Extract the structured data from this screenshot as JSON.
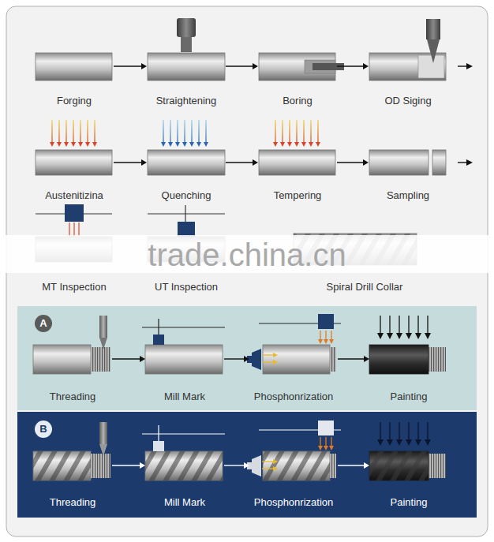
{
  "diagram": {
    "nodes": [
      {
        "text": [
          "Forging"
        ]
      },
      {
        "text": [
          "Straightening"
        ]
      },
      {
        "text": [
          "Boring"
        ]
      },
      {
        "text": [
          "OD Siging"
        ]
      },
      {
        "text": [
          "Austenitizina"
        ]
      },
      {
        "text": [
          "Quenching"
        ]
      },
      {
        "text": [
          "Tempering"
        ]
      },
      {
        "text": [
          "Sampling"
        ]
      },
      {
        "text": [
          "MT Inspection"
        ]
      },
      {
        "text": [
          "UT Inspection"
        ]
      },
      {
        "text": [
          "Spiral Drill Collar"
        ]
      },
      {
        "text": [
          "A"
        ]
      },
      {
        "text": [
          "Threading"
        ],
        "in": 11
      },
      {
        "text": [
          "Mill Mark"
        ],
        "in": 11
      },
      {
        "text": [
          "Phosphonrization"
        ],
        "in": 11
      },
      {
        "text": [
          "Painting"
        ],
        "in": 11
      },
      {
        "text": [
          "B"
        ]
      },
      {
        "text": [
          "Threading"
        ],
        "in": 16
      },
      {
        "text": [
          "Mill Mark"
        ],
        "in": 16
      },
      {
        "text": [
          "Phosphonrization"
        ],
        "in": 16
      },
      {
        "text": [
          "Painting"
        ],
        "in": 16
      }
    ],
    "edges": [
      {
        "from": 0,
        "to": 1,
        "arrow": "to"
      },
      {
        "from": 1,
        "to": 2,
        "arrow": "to"
      },
      {
        "from": 2,
        "to": 3,
        "arrow": "to"
      },
      {
        "from": 4,
        "to": 5,
        "arrow": "to"
      },
      {
        "from": 5,
        "to": 6,
        "arrow": "to"
      },
      {
        "from": 6,
        "to": 7,
        "arrow": "to"
      },
      {
        "from": 12,
        "to": 13,
        "arrow": "to"
      },
      {
        "from": 13,
        "to": 14,
        "arrow": "to"
      },
      {
        "from": 14,
        "to": 15,
        "arrow": "to"
      },
      {
        "from": 17,
        "to": 18,
        "arrow": "to"
      },
      {
        "from": 18,
        "to": 19,
        "arrow": "to"
      },
      {
        "from": 19,
        "to": 20,
        "arrow": "to"
      }
    ],
    "labels": [
      "trade.china.cn"
    ]
  }
}
